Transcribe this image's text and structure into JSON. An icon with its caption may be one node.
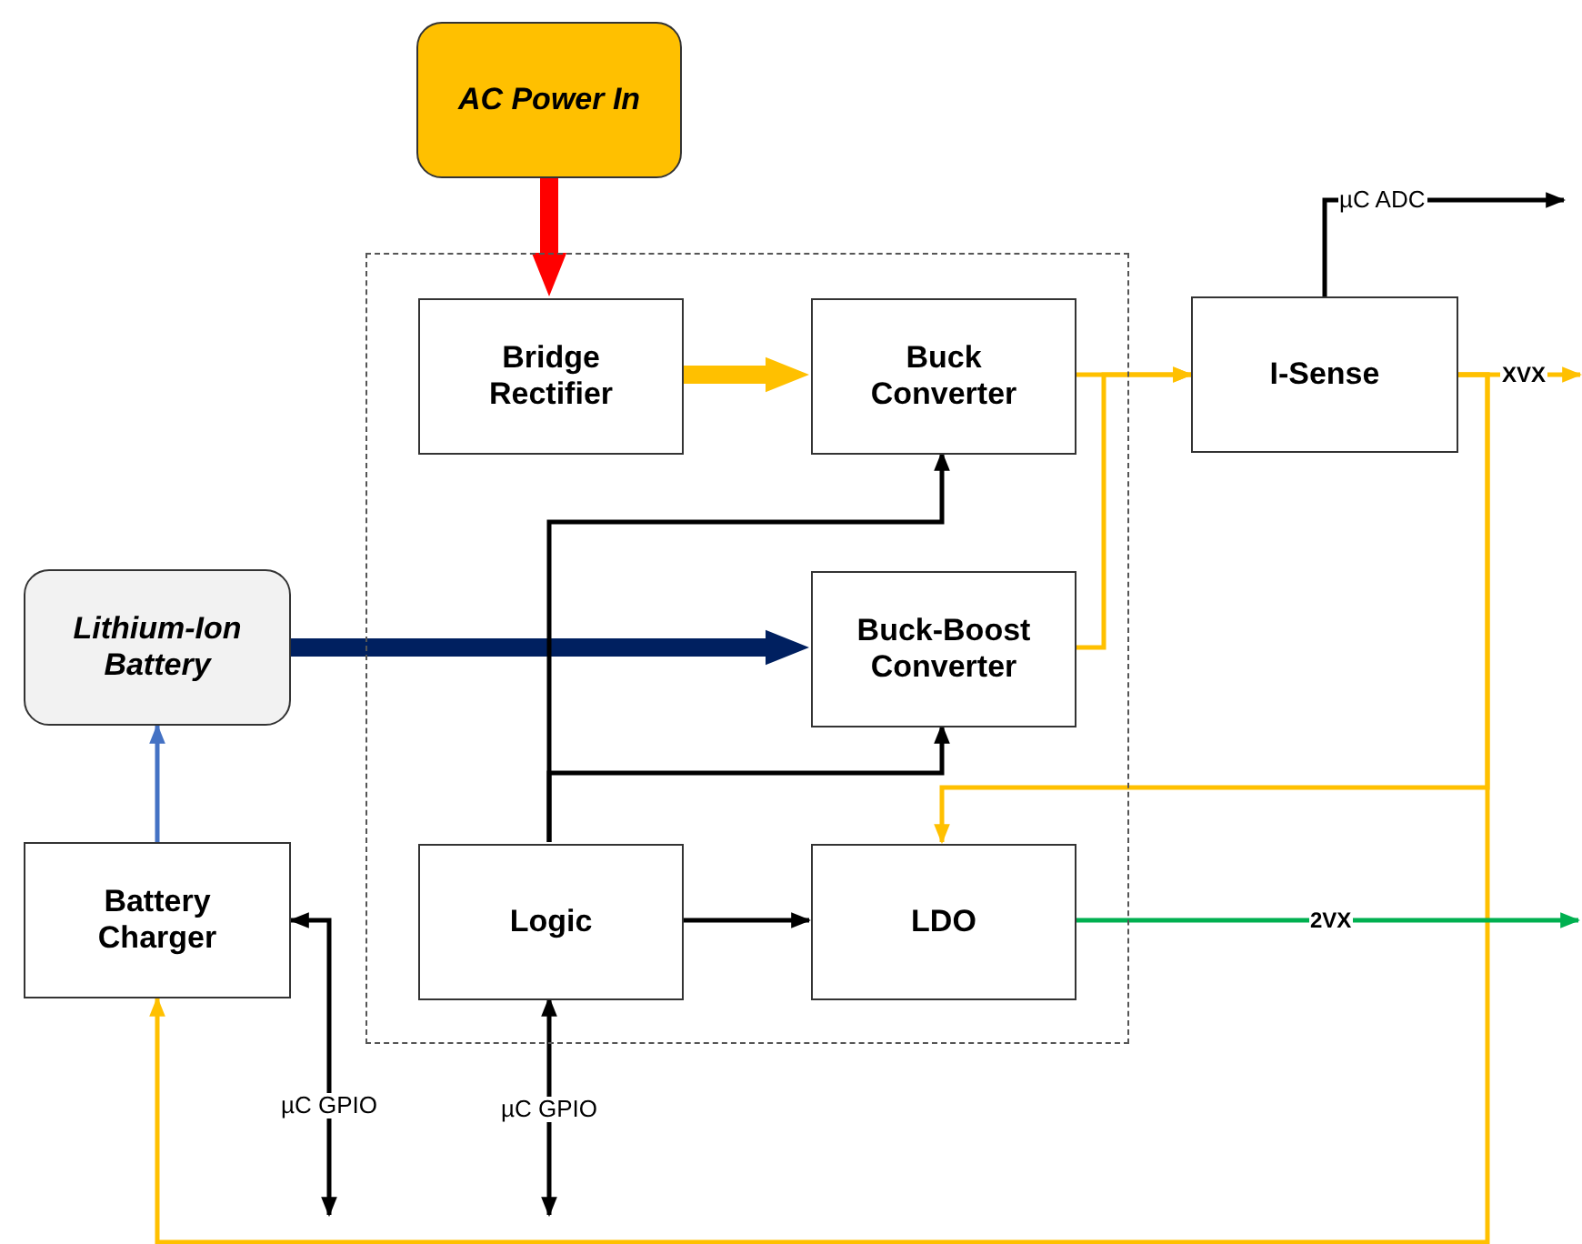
{
  "diagram": {
    "nodes": [
      {
        "text": [
          "AC Power In"
        ]
      },
      {
        "text": [],
        "shape": "box"
      },
      {
        "text": [
          "Bridge Rectifier"
        ],
        "in": 1
      },
      {
        "text": [
          "Buck Converter"
        ],
        "in": 1
      },
      {
        "text": [
          "Buck-Boost Converter"
        ],
        "in": 1
      },
      {
        "text": [
          "Logic"
        ],
        "in": 1
      },
      {
        "text": [
          "LDO"
        ],
        "in": 1
      },
      {
        "text": [
          "Lithium-Ion Battery"
        ]
      },
      {
        "text": [
          "Battery Charger"
        ]
      },
      {
        "text": [
          "I-Sense"
        ]
      }
    ],
    "edges": [
      {
        "from": 0,
        "to": 2,
        "arrow": "to",
        "style": "thick",
        "color": "#ff0000"
      },
      {
        "from": 2,
        "to": 3,
        "arrow": "to",
        "style": "thick",
        "color": "#ffc000"
      },
      {
        "from": 7,
        "to": 4,
        "arrow": "to",
        "style": "thick",
        "color": "#002060"
      },
      {
        "from": 8,
        "to": 7,
        "arrow": "to",
        "color": "#4472c4"
      },
      {
        "from": 3,
        "to": 9,
        "arrow": "to",
        "color": "#ffc000"
      },
      {
        "from": 4,
        "to": 9,
        "arrow": "to",
        "color": "#ffc000"
      },
      {
        "from": 5,
        "to": 3,
        "arrow": "to",
        "color": "#000000"
      },
      {
        "from": 5,
        "to": 4,
        "arrow": "to",
        "color": "#000000"
      },
      {
        "from": 5,
        "to": 6,
        "arrow": "to",
        "color": "#000000"
      },
      {
        "from": 9,
        "to": null,
        "arrow": "to",
        "label": "µC ADC",
        "color": "#000000"
      },
      {
        "from": 9,
        "to": null,
        "arrow": "to",
        "label": "XVX",
        "color": "#ffc000"
      },
      {
        "from": 9,
        "to": 6,
        "arrow": "to",
        "color": "#ffc000"
      },
      {
        "from": 9,
        "to": 8,
        "arrow": "to",
        "color": "#ffc000"
      },
      {
        "from": 6,
        "to": null,
        "arrow": "to",
        "label": "2VX",
        "color": "#00b050"
      },
      {
        "from": 8,
        "to": null,
        "arrow": "both",
        "label": "µC GPIO",
        "color": "#000000"
      },
      {
        "from": 5,
        "to": null,
        "arrow": "both",
        "label": "µC GPIO",
        "color": "#000000"
      }
    ]
  }
}
